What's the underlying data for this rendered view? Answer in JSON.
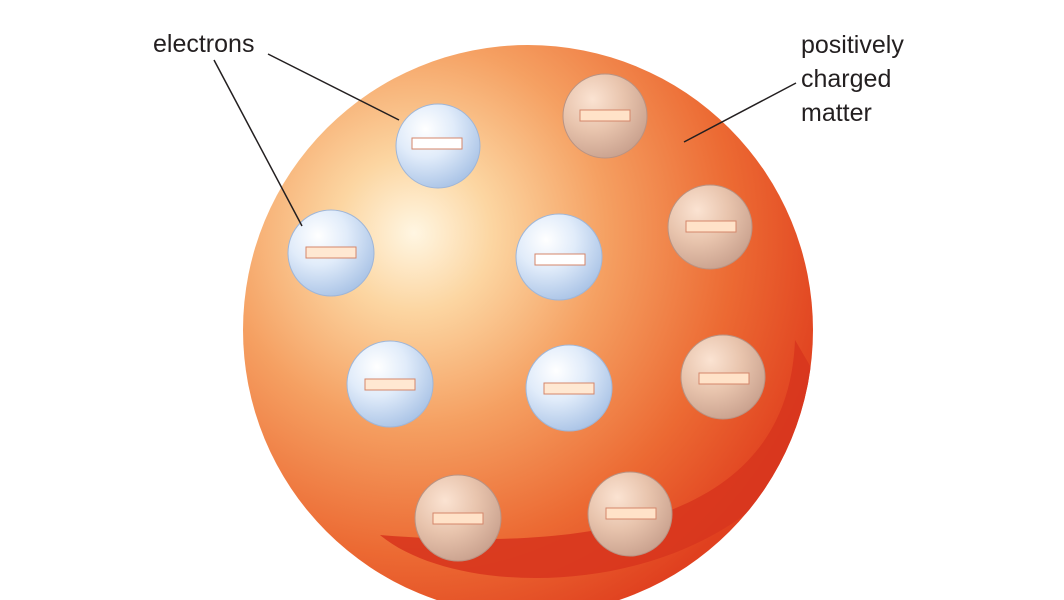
{
  "diagram": {
    "labels": {
      "electrons": "electrons",
      "positive_matter": [
        "positively",
        "charged",
        "matter"
      ]
    },
    "colors": {
      "sphere_edge": "#e0401f",
      "sphere_mid": "#f07a3a",
      "sphere_highlight": "#fff3d6",
      "sphere_shadow": "#d8361e",
      "electron_fill": "#c9dcf5",
      "electron_highlight": "#ffffff",
      "minus_bar_fill": "#ffe2c8",
      "minus_bar_stroke": "#d4866a",
      "leader_line": "#231f20"
    },
    "electron_count": 10
  }
}
